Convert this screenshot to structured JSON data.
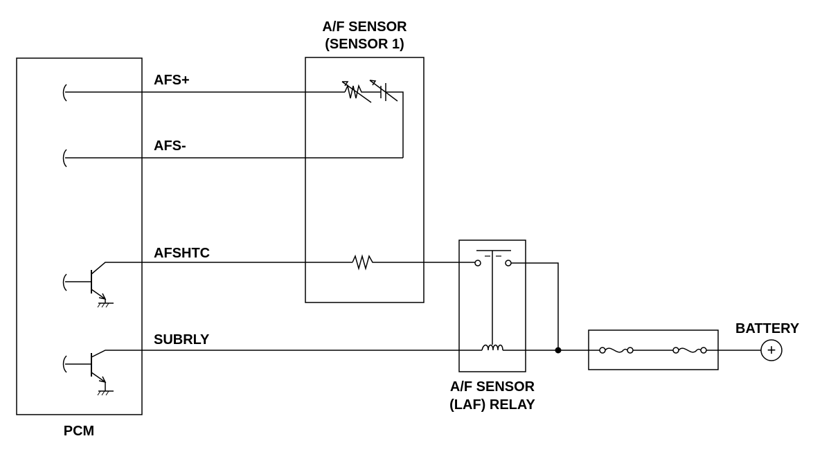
{
  "components": {
    "pcm": "PCM",
    "sensor_title_1": "A/F SENSOR",
    "sensor_title_2": "(SENSOR 1)",
    "relay_title_1": "A/F SENSOR",
    "relay_title_2": "(LAF) RELAY",
    "battery": "BATTERY",
    "battery_symbol": "+"
  },
  "wires": {
    "afs_plus": "AFS+",
    "afs_minus": "AFS-",
    "afshtc": "AFSHTC",
    "subrly": "SUBRLY"
  }
}
